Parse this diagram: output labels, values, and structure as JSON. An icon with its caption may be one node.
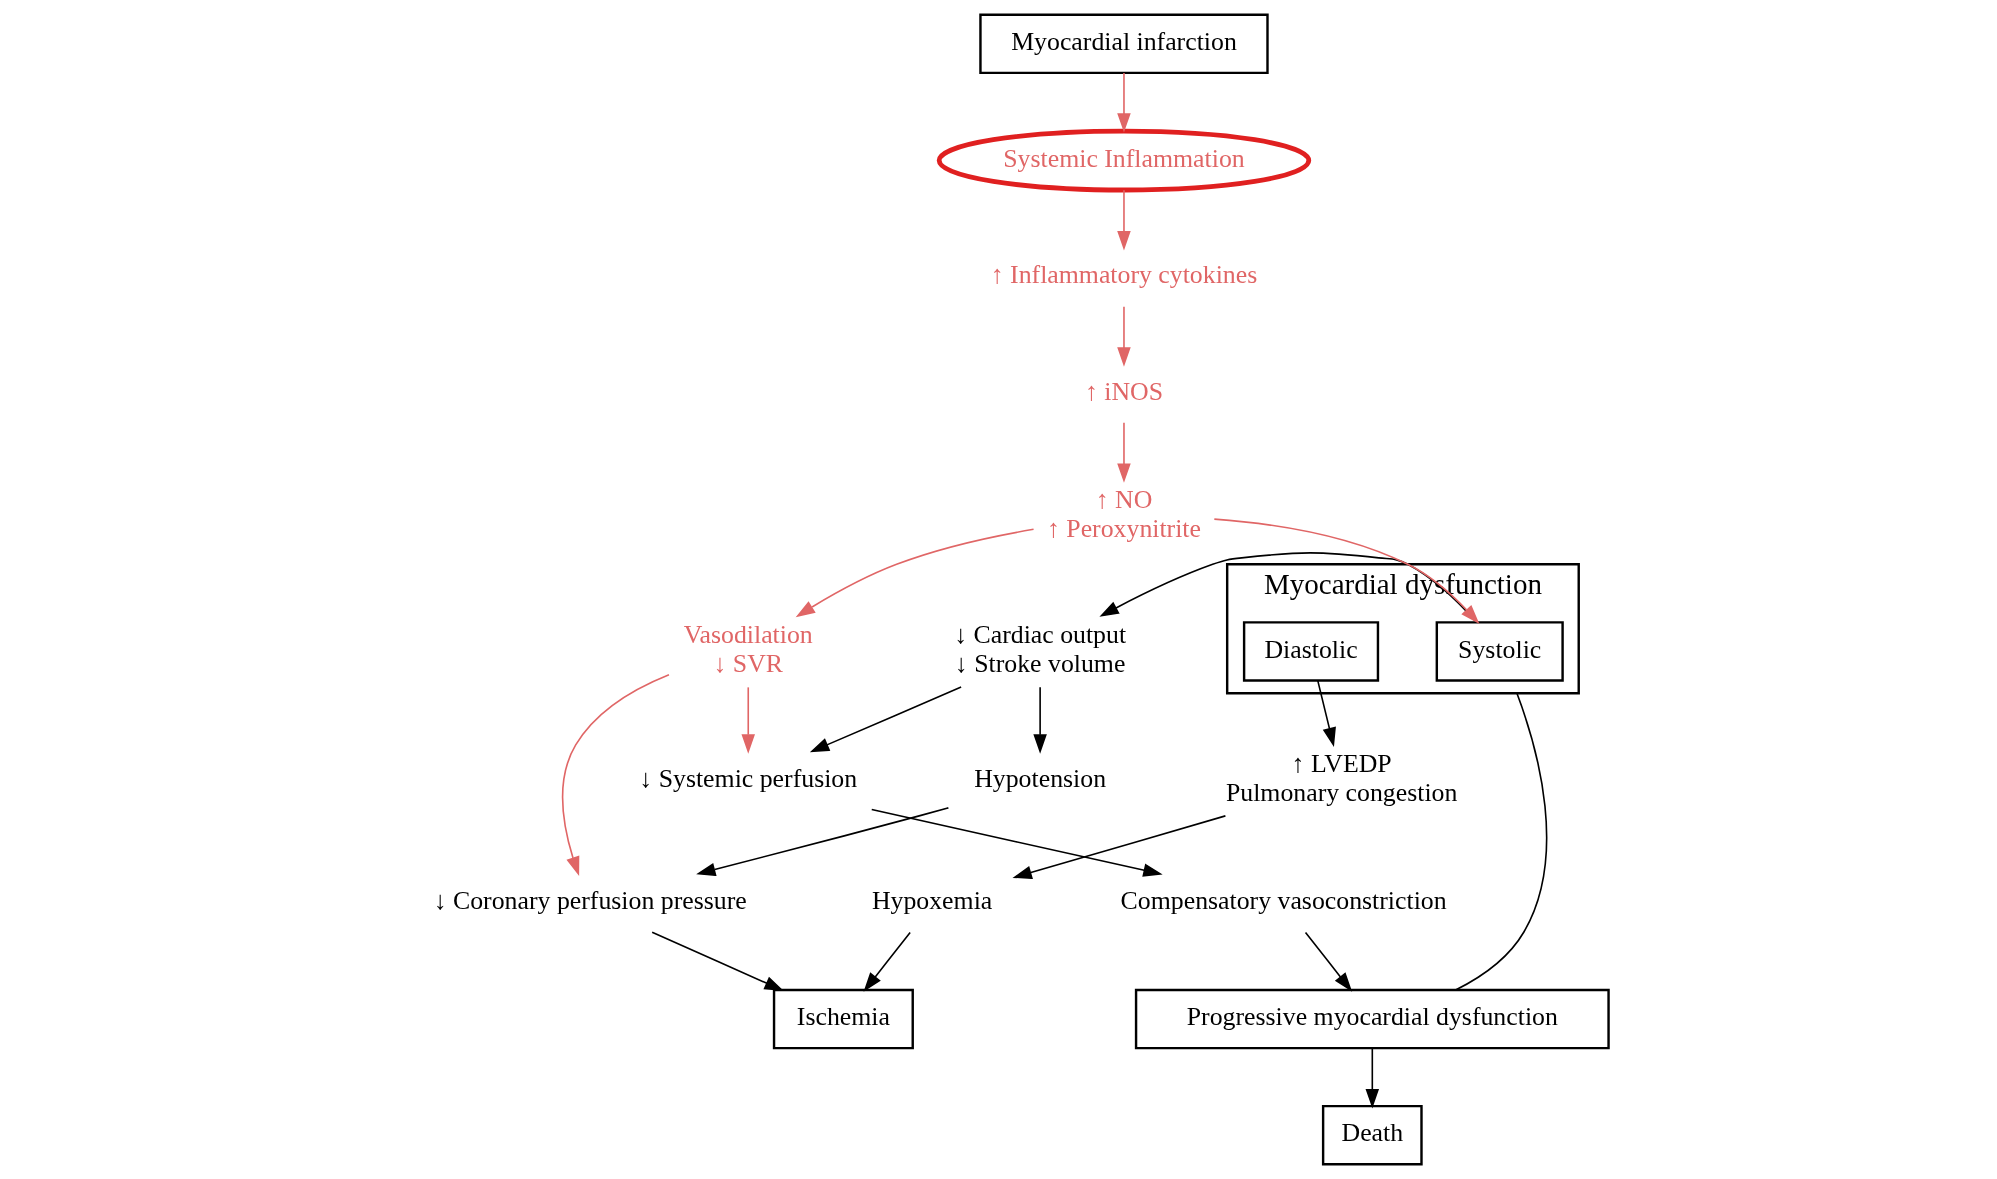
{
  "diagram": {
    "nodes": [
      {
        "text": [
          "Myocardial infarction"
        ]
      },
      {
        "text": [
          "Myocardial dysfunction"
        ]
      },
      {
        "text": [
          "Systolic"
        ],
        "in": 1
      },
      {
        "text": [
          "Diastolic"
        ],
        "in": 1
      },
      {
        "text": [
          "Systemic Inflammation"
        ]
      },
      {
        "text": [
          "↑ Inflammatory cytokines"
        ]
      },
      {
        "text": [
          "↑ iNOS"
        ]
      },
      {
        "text": [
          "↑ NO",
          "↑ Peroxynitrite"
        ]
      },
      {
        "text": [
          "↓ Cardiac output",
          "↓ Stroke volume"
        ]
      },
      {
        "text": [
          "↑ LVEDP",
          "Pulmonary congestion"
        ]
      },
      {
        "text": [
          "↓ Systemic perfusion"
        ]
      },
      {
        "text": [
          "Hypotension"
        ]
      },
      {
        "text": [
          "↓ Coronary perfusion pressure"
        ]
      },
      {
        "text": [
          "Hypoxemia"
        ]
      },
      {
        "text": [
          "Ischemia"
        ]
      },
      {
        "text": [
          "Vasodilation",
          "↓ SVR"
        ]
      },
      {
        "text": [
          "Compensatory vasoconstriction"
        ]
      },
      {
        "text": [
          "Progressive myocardial dysfunction"
        ]
      },
      {
        "text": [
          "Death"
        ]
      }
    ],
    "edges": [
      {
        "from": 0,
        "to": 4,
        "arrow": "to",
        "color": "#e06666"
      },
      {
        "from": 4,
        "to": 5,
        "arrow": "to",
        "color": "#e06666"
      },
      {
        "from": 5,
        "to": 6,
        "arrow": "to",
        "color": "#e06666"
      },
      {
        "from": 6,
        "to": 7,
        "arrow": "to",
        "color": "#e06666"
      },
      {
        "from": 7,
        "to": 2,
        "arrow": "to",
        "color": "#e06666"
      },
      {
        "from": 7,
        "to": 15,
        "arrow": "to",
        "color": "#e06666"
      },
      {
        "from": 15,
        "to": 10,
        "arrow": "to",
        "color": "#e06666"
      },
      {
        "from": 15,
        "to": 12,
        "arrow": "to",
        "color": "#e06666"
      },
      {
        "from": 2,
        "to": 8,
        "arrow": "to"
      },
      {
        "from": 3,
        "to": 9,
        "arrow": "to"
      },
      {
        "from": 8,
        "to": 10,
        "arrow": "to"
      },
      {
        "from": 8,
        "to": 11,
        "arrow": "to"
      },
      {
        "from": 11,
        "to": 12,
        "arrow": "to"
      },
      {
        "from": 12,
        "to": 14,
        "arrow": "to"
      },
      {
        "from": 9,
        "to": 13,
        "arrow": "to"
      },
      {
        "from": 13,
        "to": 14,
        "arrow": "to"
      },
      {
        "from": 10,
        "to": 16,
        "arrow": "to"
      },
      {
        "from": 16,
        "to": 17,
        "arrow": "to"
      },
      {
        "from": 17,
        "to": 1,
        "arrow": "none"
      },
      {
        "from": 17,
        "to": 18,
        "arrow": "to"
      }
    ]
  }
}
